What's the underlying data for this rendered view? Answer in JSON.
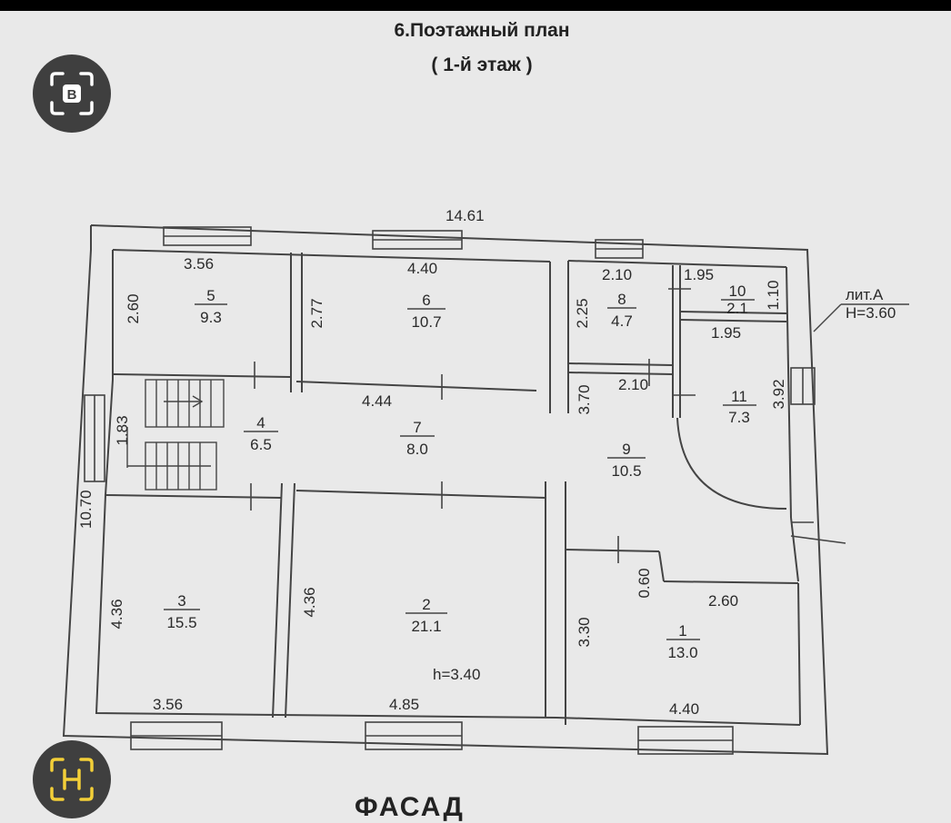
{
  "title": "6.Поэтажный план",
  "subtitle": "( 1-й этаж )",
  "footer_text": "ФАСАД",
  "litera": "лит.А",
  "height_total": "H=3.60",
  "ceiling_height": "h=3.40",
  "dims": {
    "overall_width": "14.61",
    "overall_height": "10.70",
    "r5_w": "3.56",
    "r5_h": "2.60",
    "r6_w": "4.40",
    "r6_h": "2.77",
    "r8_w": "2.10",
    "r8_h": "2.25",
    "r8_w2": "2.10",
    "r10_w": "1.95",
    "r10_h": "1.10",
    "r10_w2": "1.95",
    "r11_h": "3.92",
    "r7_w": "4.44",
    "r9_h": "3.70",
    "stair": "1.83",
    "r3_h": "4.36",
    "r3_w": "3.56",
    "r2_h": "4.36",
    "r2_w": "4.85",
    "r1_h": "3.30",
    "r1_w": "4.40",
    "r1_step": "0.60",
    "r1_w2": "2.60"
  },
  "rooms": [
    {
      "num": "1",
      "area": "13.0"
    },
    {
      "num": "2",
      "area": "21.1"
    },
    {
      "num": "3",
      "area": "15.5"
    },
    {
      "num": "4",
      "area": "6.5"
    },
    {
      "num": "5",
      "area": "9.3"
    },
    {
      "num": "6",
      "area": "10.7"
    },
    {
      "num": "7",
      "area": "8.0"
    },
    {
      "num": "8",
      "area": "4.7"
    },
    {
      "num": "9",
      "area": "10.5"
    },
    {
      "num": "10",
      "area": "2.1"
    },
    {
      "num": "11",
      "area": "7.3"
    }
  ],
  "icons": {
    "lens_top": "scan-b-icon",
    "lens_bottom": "scan-h-icon"
  }
}
